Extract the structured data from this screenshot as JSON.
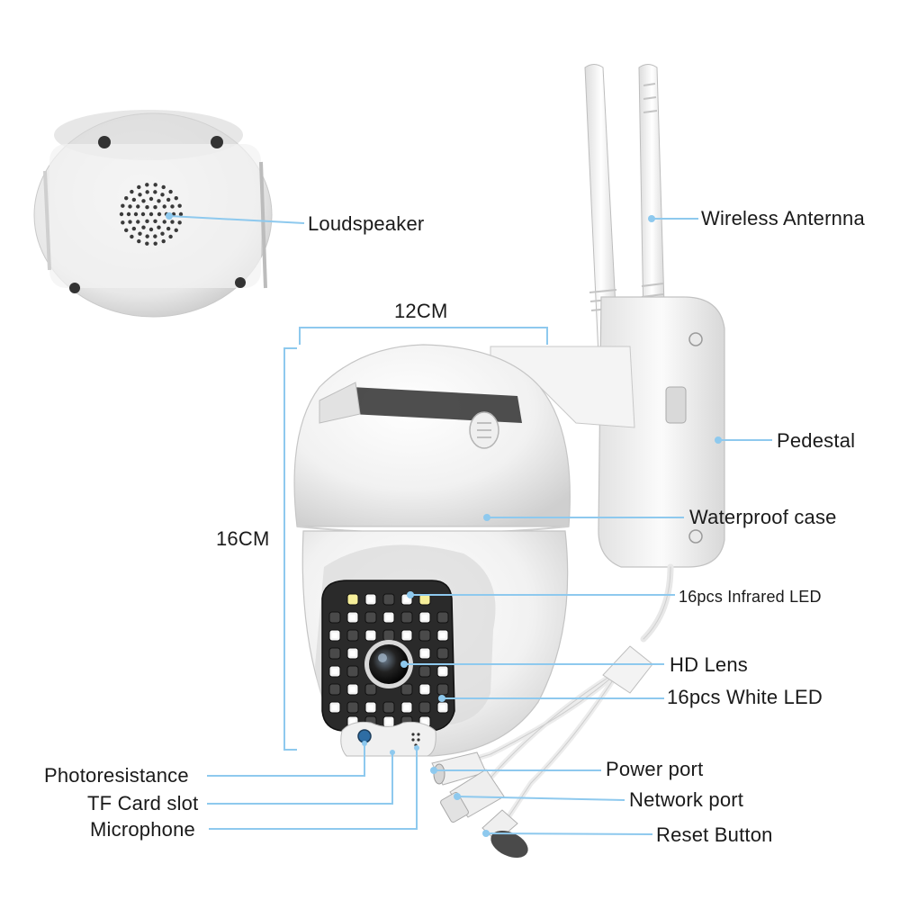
{
  "dimensions": {
    "width": "12CM",
    "height": "16CM"
  },
  "callouts": {
    "loudspeaker": "Loudspeaker",
    "antenna": "Wireless Anternna",
    "pedestal": "Pedestal",
    "case": "Waterproof case",
    "infrared": "16pcs  Infrared LED",
    "lens": "HD Lens",
    "white_led": "16pcs White LED",
    "power": "Power port",
    "network": "Network port",
    "reset": "Reset Button",
    "photoresistance": "Photoresistance",
    "tf_card": "TF Card slot",
    "microphone": "Microphone"
  },
  "colors": {
    "leader_line": "#8ec9ee",
    "dimension_line": "#8ec9ee",
    "camera_body": "#f3f3f3",
    "camera_shadow": "#d6d6d6",
    "face_plate": "#2b2b2b",
    "led_white": "#f4f4f4",
    "led_yellow": "#f6ef9a"
  }
}
